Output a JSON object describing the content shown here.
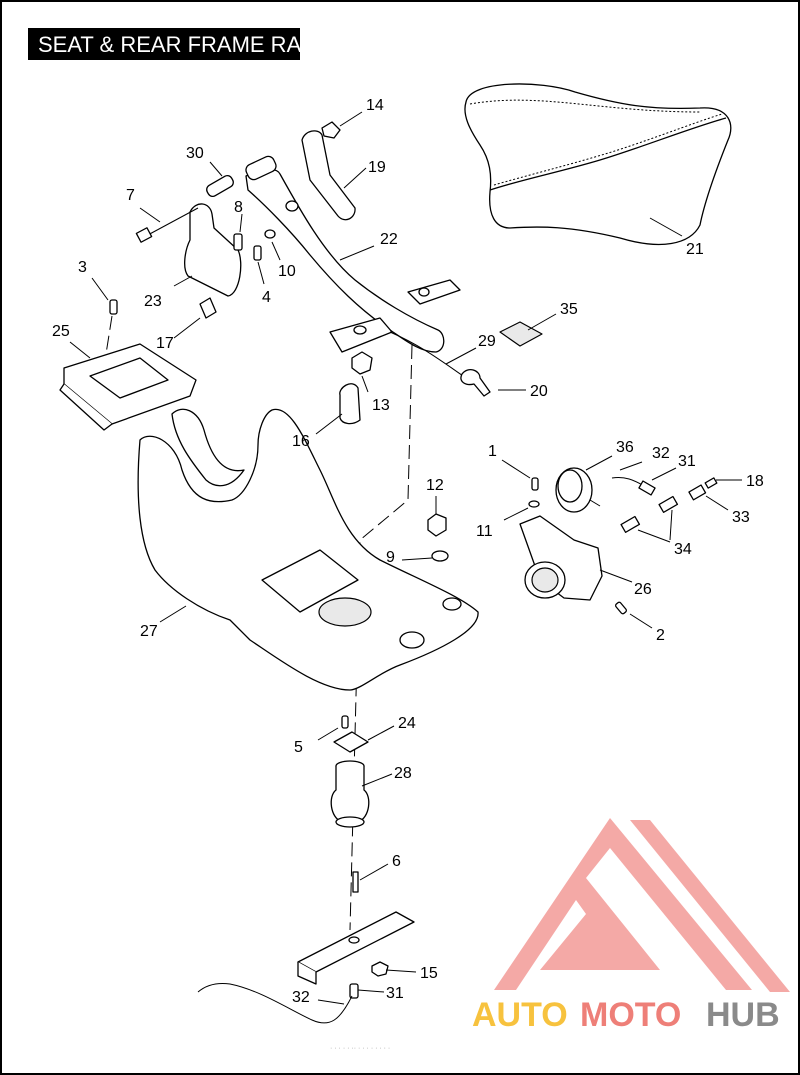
{
  "title": "SEAT & REAR FRAME RA",
  "callouts": {
    "c1": "1",
    "c2": "2",
    "c3": "3",
    "c4": "4",
    "c5": "5",
    "c6": "6",
    "c7": "7",
    "c8": "8",
    "c9": "9",
    "c10": "10",
    "c11": "11",
    "c12": "12",
    "c13": "13",
    "c14": "14",
    "c15": "15",
    "c16": "16",
    "c17": "17",
    "c18": "18",
    "c19": "19",
    "c20": "20",
    "c21": "21",
    "c22": "22",
    "c23": "23",
    "c24": "24",
    "c25": "25",
    "c26": "26",
    "c27": "27",
    "c28": "28",
    "c29": "29",
    "c30": "30",
    "c31a": "31",
    "c31b": "31",
    "c32a": "32",
    "c32b": "32",
    "c33": "33",
    "c34": "34",
    "c35": "35",
    "c36": "36"
  },
  "watermark": {
    "auto": "AUTO",
    "moto": "MOTO",
    "hub": "HUB",
    "colors": {
      "triangle": "#f29a96",
      "auto": "#f7c23e",
      "moto": "#ee7f78",
      "hub": "#8a8a8a"
    }
  }
}
